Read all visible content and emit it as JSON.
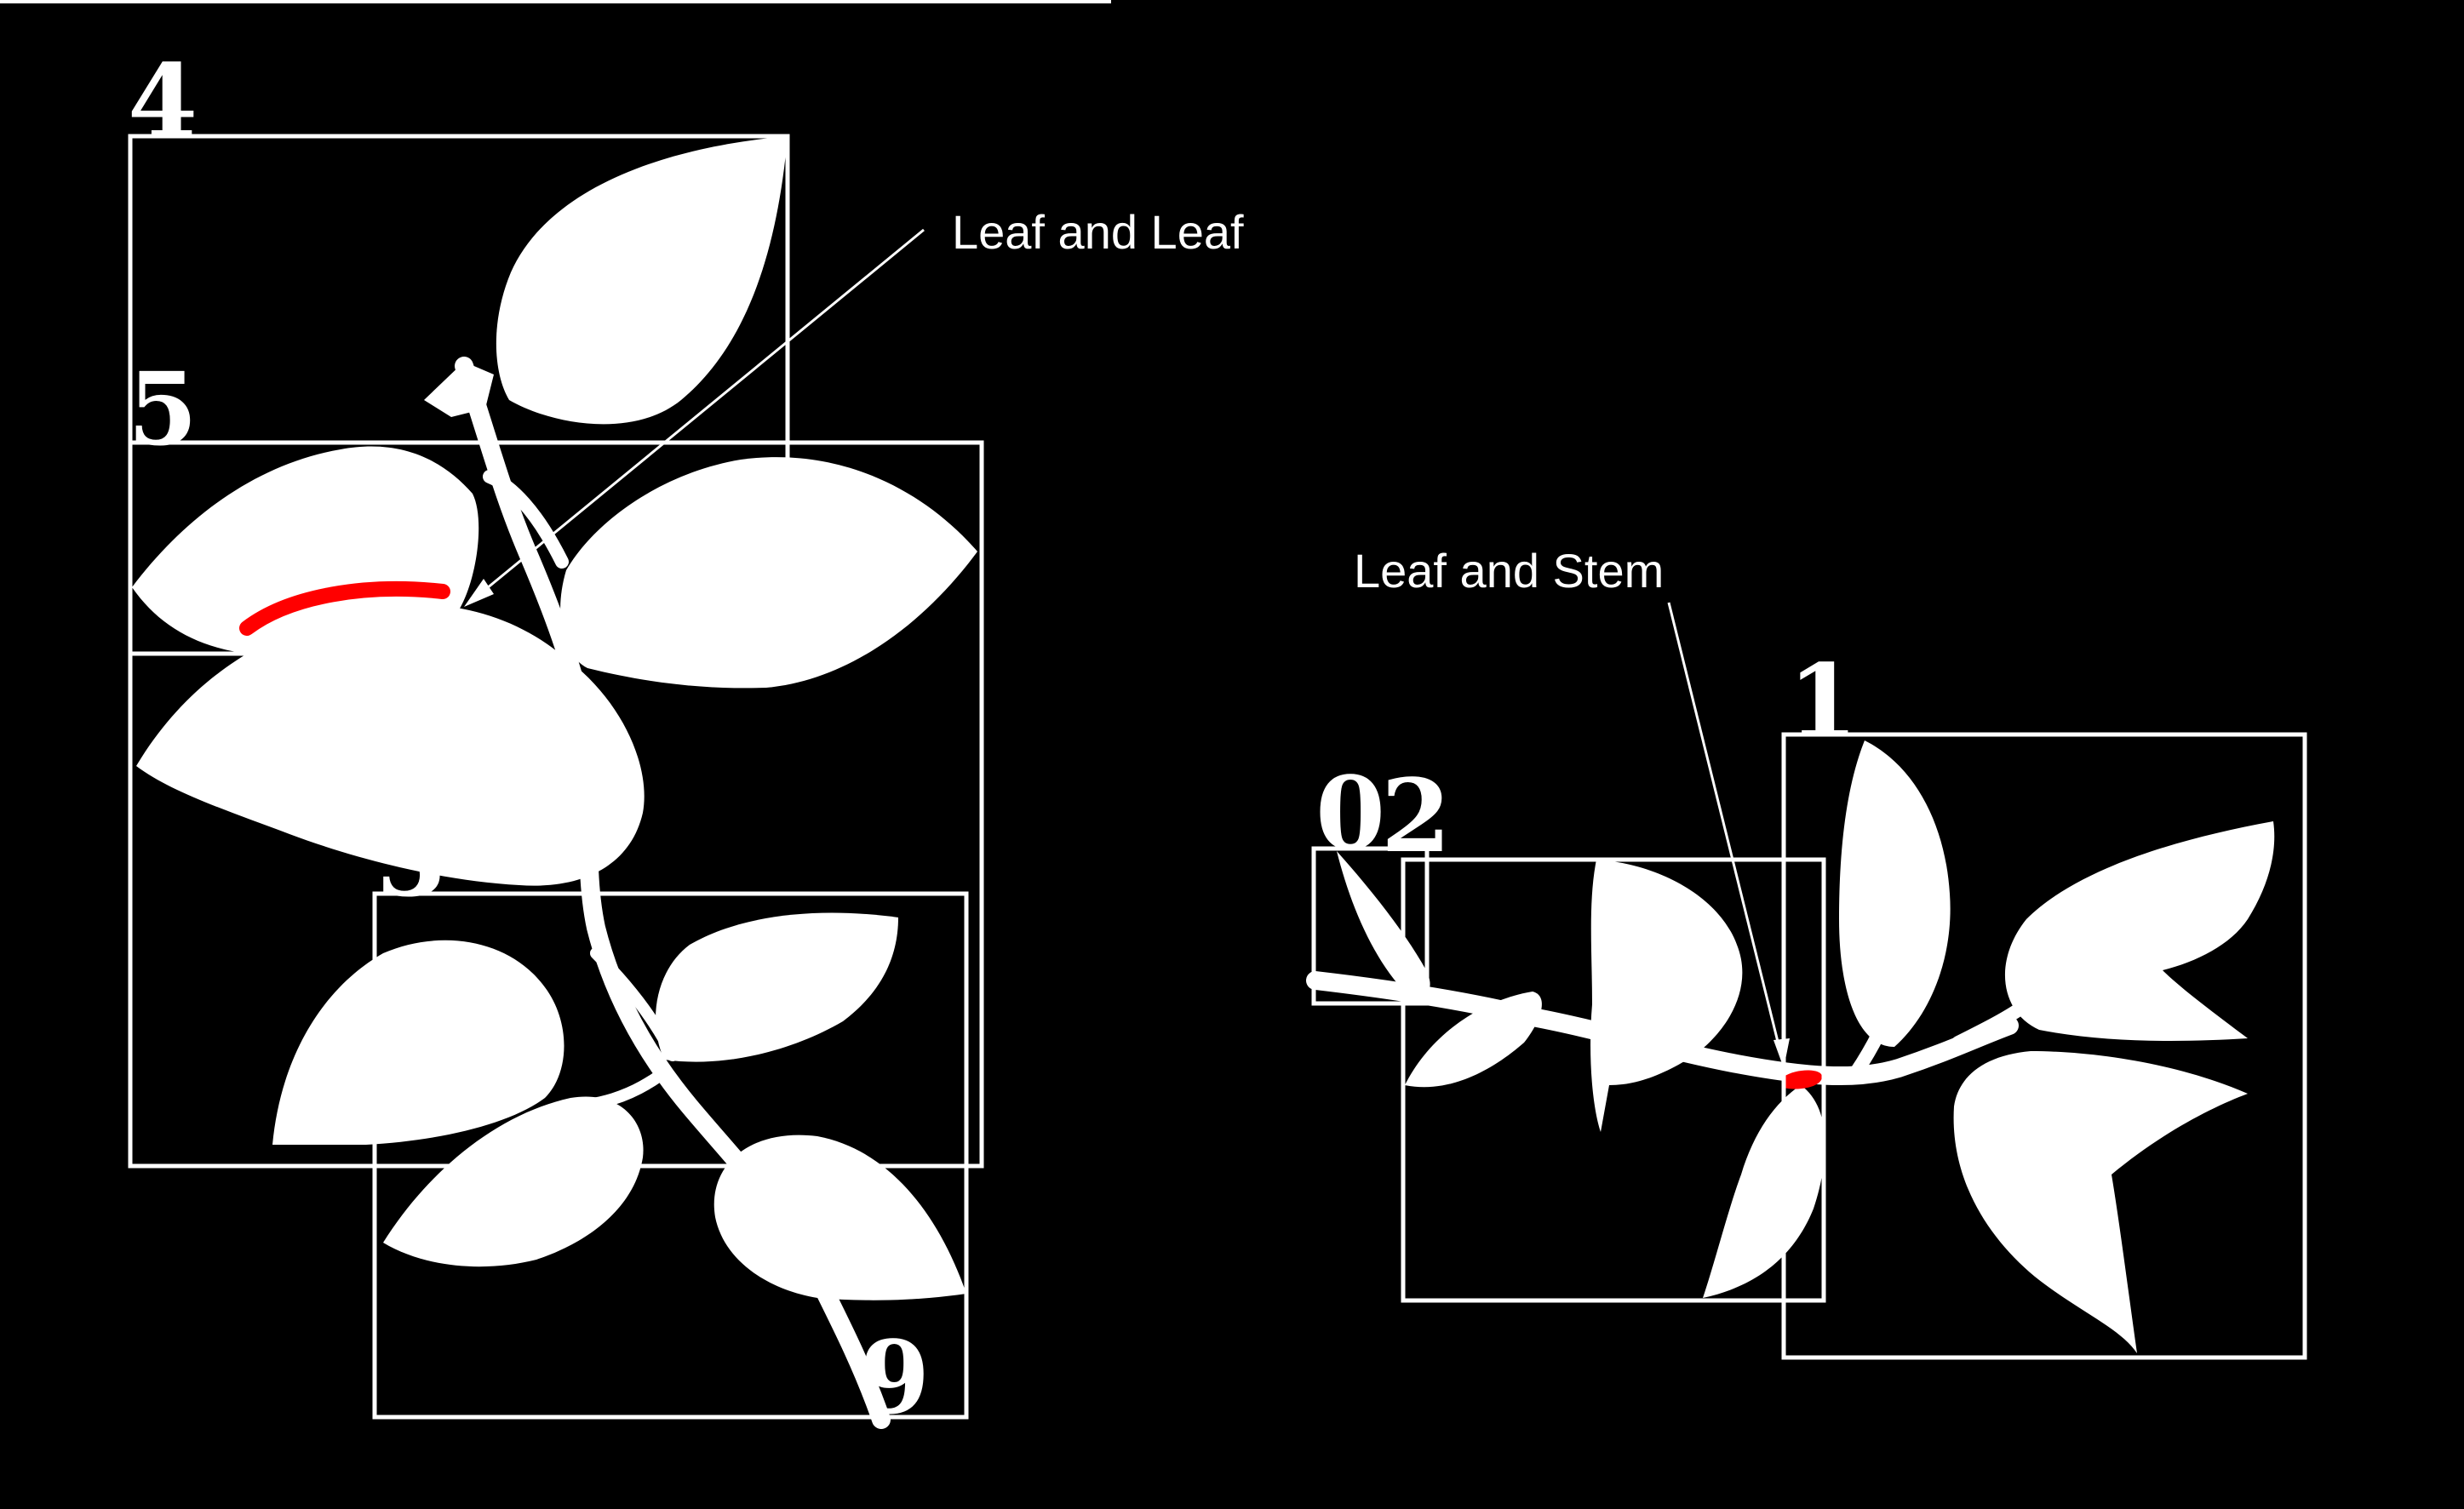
{
  "colors": {
    "background": "#000000",
    "foreground": "#ffffff",
    "contact": "#ff0000"
  },
  "box_ids": {
    "id_4": "4",
    "id_5": "5",
    "id_3": "3",
    "id_9": "9",
    "id_0": "0",
    "id_2": "2",
    "id_1": "1"
  },
  "callouts": {
    "leaf_leaf": "Leaf and Leaf",
    "leaf_stem": "Leaf and Stem"
  }
}
